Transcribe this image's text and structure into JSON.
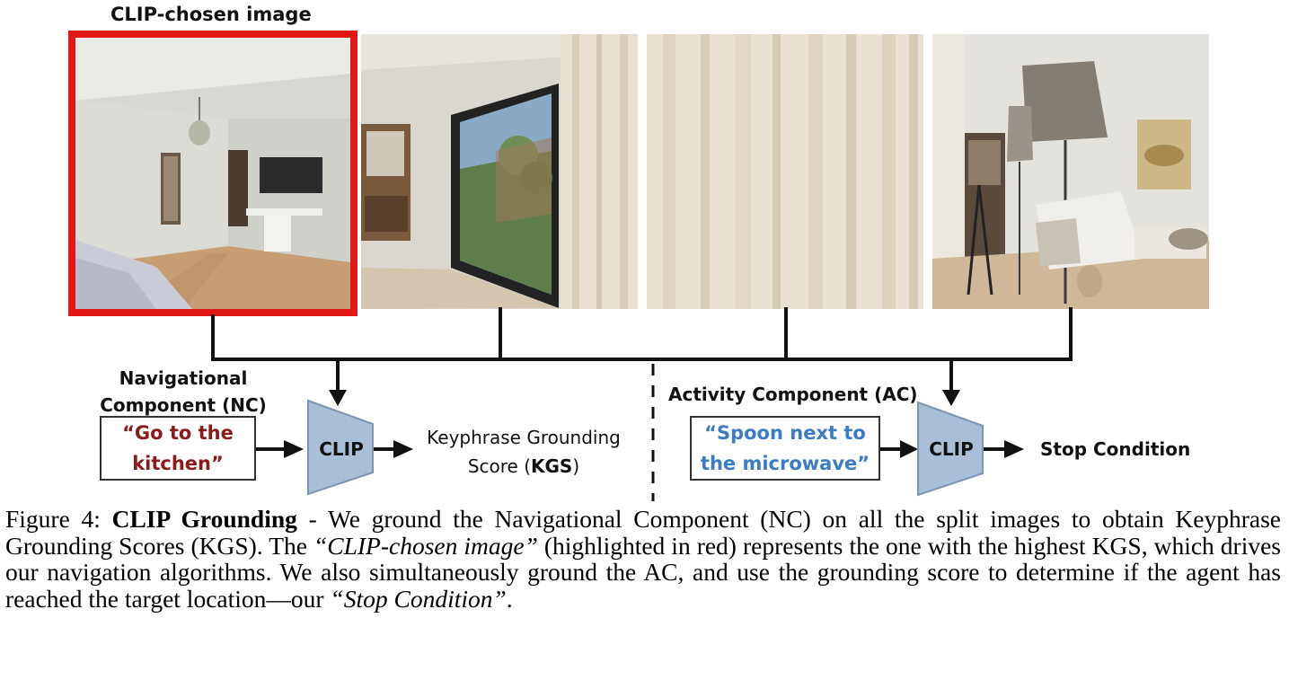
{
  "top_label": "CLIP-chosen image",
  "highlight_color": "#e01818",
  "panels": [
    {
      "name": "bedroom-view",
      "highlighted": true
    },
    {
      "name": "window-view",
      "highlighted": false
    },
    {
      "name": "curtain-view",
      "highlighted": false
    },
    {
      "name": "lamp-bedroom-view",
      "highlighted": false
    }
  ],
  "nc": {
    "title_line1": "Navigational",
    "title_line2": "Component (NC)",
    "quote_line1": "“Go to the",
    "quote_line2": "kitchen”",
    "quote_color": "#8b1a1a"
  },
  "clip_label_left": "CLIP",
  "kgs": {
    "line1": "Keyphrase Grounding",
    "line2_prefix": "Score (",
    "line2_bold": "KGS",
    "line2_suffix": ")"
  },
  "ac": {
    "title": "Activity Component (AC)",
    "quote_line1": "“Spoon next to",
    "quote_line2": "the microwave”",
    "quote_color": "#3b7cc4"
  },
  "clip_label_right": "CLIP",
  "stop_label": "Stop Condition",
  "caption": {
    "fig": "Figure 4:",
    "title": "CLIP Grounding",
    "part1": " - We ground the Navigational Component (NC) on all the split images to obtain Keyphrase Grounding Scores (KGS). The ",
    "italic1": "“CLIP-chosen image”",
    "part2": " (highlighted in red) represents the one with the highest KGS, which drives our navigation algorithms. We also simultaneously ground the AC, and use the grounding score to determine if the agent has reached the target location—our ",
    "italic2": "“Stop Condition”",
    "part3": "."
  }
}
